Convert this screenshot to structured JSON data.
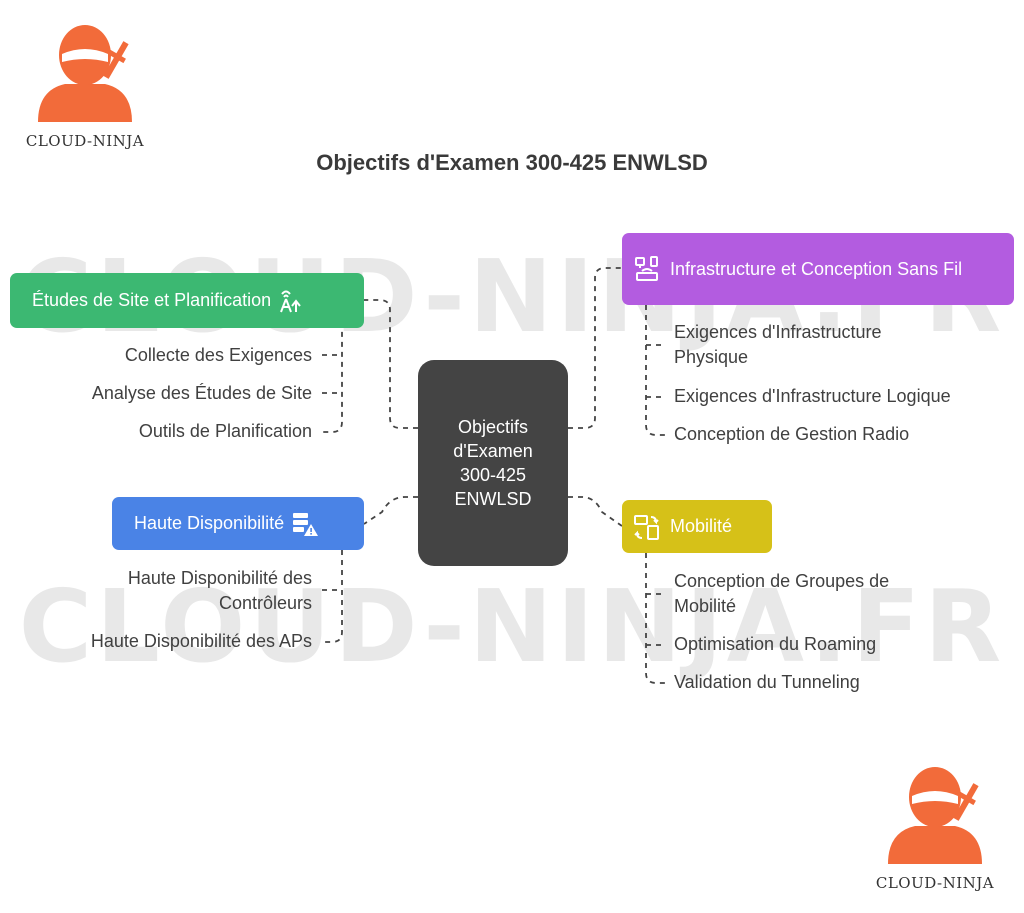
{
  "title": "Objectifs d'Examen 300-425 ENWLSD",
  "watermark": "CLOUD-NINJA.FR",
  "logo": {
    "text": "CLOUD-NINJA",
    "color": "#f26b3a"
  },
  "center": {
    "label": "Objectifs d'Examen 300-425 ENWLSD",
    "color": "#444444"
  },
  "topics": [
    {
      "label": "Études de Site et Planification",
      "color": "#3cb872",
      "icon": "antenna-signal-icon",
      "items": [
        "Collecte des Exigences",
        "Analyse des Études de Site",
        "Outils de Planification"
      ]
    },
    {
      "label": "Haute Disponibilité",
      "color": "#4a83e6",
      "icon": "server-warning-icon",
      "items": [
        "Haute Disponibilité des Contrôleurs",
        "Haute Disponibilité des APs"
      ]
    },
    {
      "label": "Infrastructure et Conception Sans Fil",
      "color": "#b35ce0",
      "icon": "network-router-icon",
      "items": [
        "Exigences d'Infrastructure Physique",
        "Exigences d'Infrastructure Logique",
        "Conception de Gestion Radio"
      ]
    },
    {
      "label": "Mobilité",
      "color": "#d6c118",
      "icon": "mobile-sync-icon",
      "items": [
        "Conception de Groupes de Mobilité",
        "Optimisation du Roaming",
        "Validation du Tunneling"
      ]
    }
  ]
}
